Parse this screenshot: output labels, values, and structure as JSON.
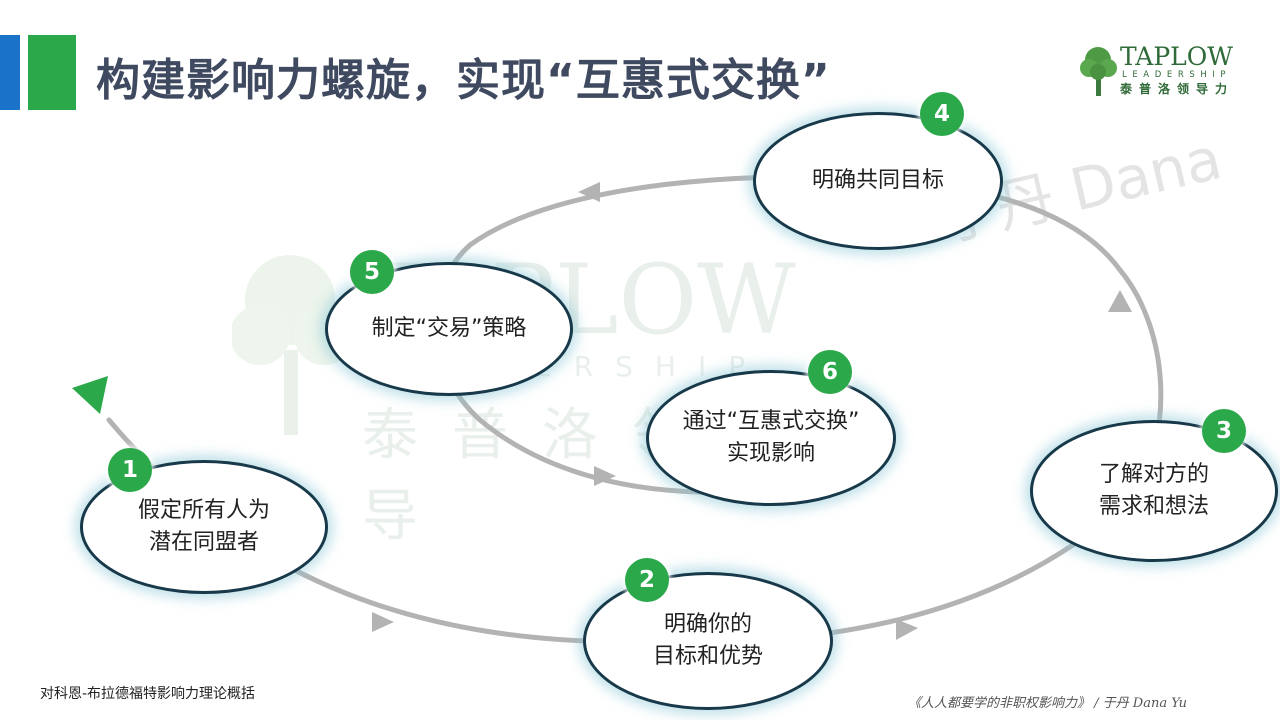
{
  "title": "构建影响力螺旋，实现“互惠式交换”",
  "logo": {
    "name": "TAPLOW",
    "sub": "LEADERSHIP",
    "cn": "泰普洛领导力"
  },
  "watermark": {
    "name": "TAPLOW",
    "sub": "LEADERSHIP",
    "cn": "泰普洛领导",
    "author": "于丹 Dana"
  },
  "steps": [
    {
      "number": "1",
      "text": "假定所有人为\n潜在同盟者"
    },
    {
      "number": "2",
      "text": "明确你的\n目标和优势"
    },
    {
      "number": "3",
      "text": "了解对方的\n需求和想法"
    },
    {
      "number": "4",
      "text": "明确共同目标"
    },
    {
      "number": "5",
      "text": "制定“交易”策略"
    },
    {
      "number": "6",
      "text": "通过“互惠式交换”\n实现影响"
    }
  ],
  "colors": {
    "badge": "#2aa84a",
    "node_border": "#17394a",
    "node_glow": "#8cc8d7",
    "spiral": "#b3b3b3",
    "title": "#3f4a60",
    "start_arrow": "#2aa84a"
  },
  "footer": {
    "source": "对科恩-布拉德福特影响力理论概括",
    "credit": "《人人都要学的非职权影响力》 / 于丹 Dana Yu"
  }
}
